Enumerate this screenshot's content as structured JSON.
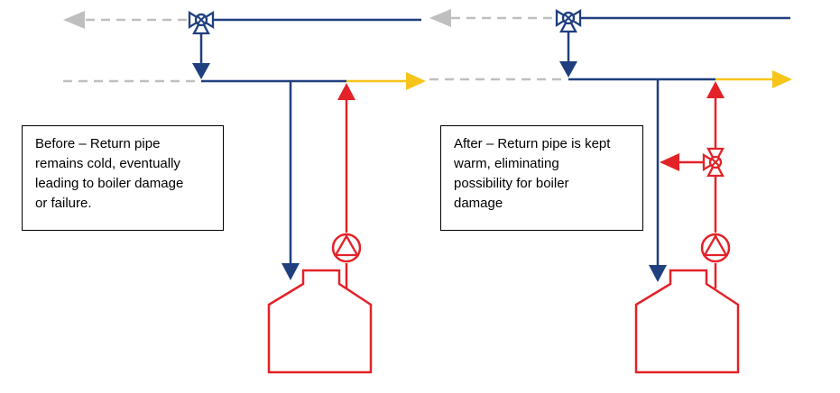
{
  "colors": {
    "cold_pipe": "#1f3f7f",
    "hot_pipe": "#e32228",
    "flow_out": "#f7c41a",
    "inactive": "#bfbfbf",
    "valve": "#1f3f7f"
  },
  "icons": {
    "mixing_valve": "mixing-valve-icon",
    "pump": "circulation-pump-icon",
    "boiler": "boiler-icon"
  },
  "panels": {
    "before": {
      "caption_lines": [
        "Before – Return pipe",
        "remains cold, eventually",
        "leading to boiler damage",
        "or failure."
      ]
    },
    "after": {
      "caption_lines": [
        "After – Return pipe is kept",
        "warm, eliminating",
        "possibility for boiler",
        "damage"
      ]
    }
  }
}
